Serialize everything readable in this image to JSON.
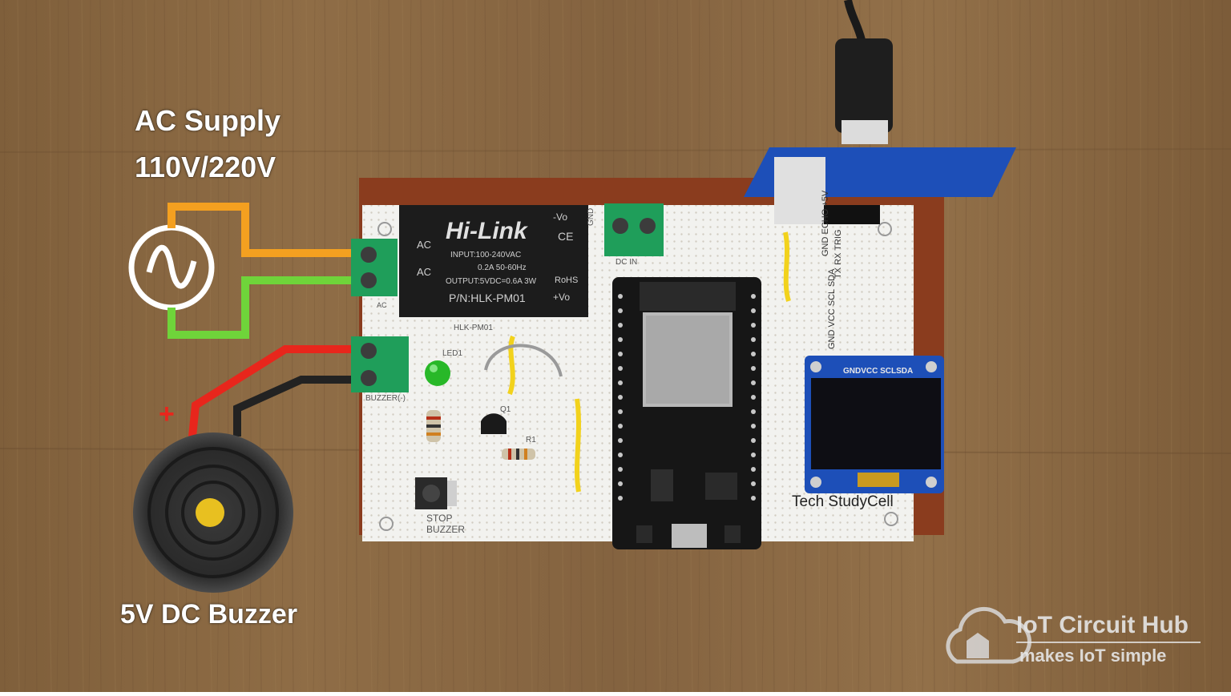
{
  "annotations": {
    "ac_supply_line1": "AC Supply",
    "ac_supply_line2": "110V/220V",
    "buzzer_label": "5V DC Buzzer",
    "plus_sign": "+"
  },
  "watermark": {
    "title": "IoT Circuit Hub",
    "tagline": "makes IoT simple"
  },
  "board": {
    "hilink": {
      "brand": "Hi-Link",
      "input": "INPUT:100-240VAC",
      "input_current": "0.2A 50-60Hz",
      "output": "OUTPUT:5VDC=0.6A 3W",
      "part_number": "P/N:HLK-PM01",
      "pin_ac1": "AC",
      "pin_ac2": "AC",
      "pin_neg": "-Vo",
      "pin_pos": "+Vo",
      "ce": "CE",
      "rohs": "RoHS",
      "silk": "HLK-PM01"
    },
    "silkscreen": {
      "dc_in": "DC  IN",
      "gnd": "GND",
      "ac": "AC",
      "led": "LED1",
      "buzzer_terminal": "BUZZER(-)",
      "q1": "Q1",
      "r1": "R1",
      "stop_line1": "STOP",
      "stop_line2": "BUZZER",
      "brand": "Tech StudyCell",
      "ultrasonic_pins_row1": "GND  ECHO  +5V",
      "ultrasonic_pins_row2": "TX    RX    TRIG",
      "oled_pins": "GND  VCC  SCL  SDA",
      "oled_header": "GNDVCC SCLSDA"
    }
  },
  "colors": {
    "wood": "#8a6a44",
    "pcb_white": "#f2f2ef",
    "pcb_brown": "#8a3c1e",
    "wire_orange": "#f4a020",
    "wire_green": "#6fd43a",
    "wire_red": "#e8261c",
    "wire_black": "#222222",
    "terminal_green": "#1f9e5a",
    "oled_blue": "#1d4fb8",
    "esp_black": "#161616"
  }
}
